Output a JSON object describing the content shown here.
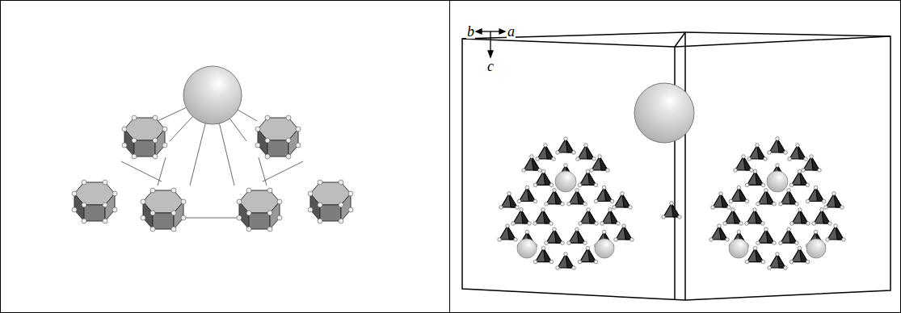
{
  "diagram": {
    "labels": [
      "b",
      "a",
      "c"
    ]
  }
}
